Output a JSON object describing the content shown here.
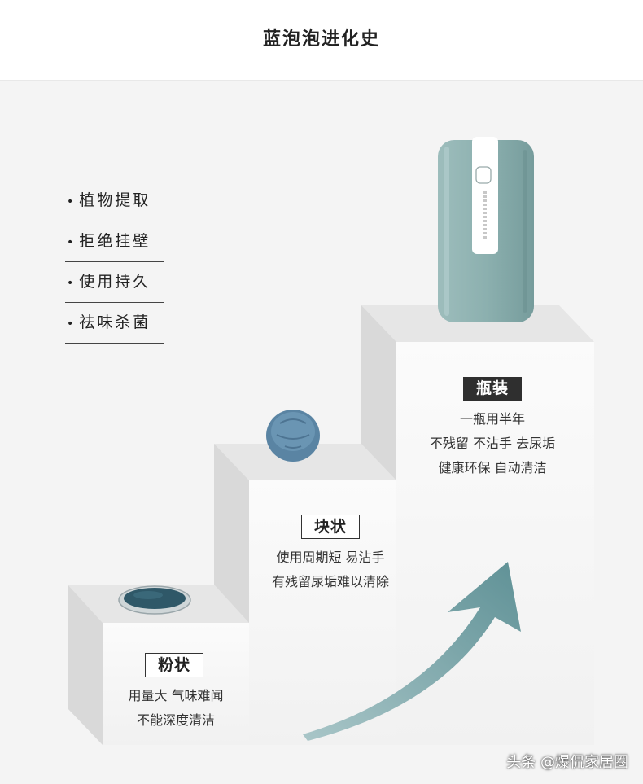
{
  "header": {
    "title": "蓝泡泡进化史"
  },
  "features": [
    {
      "bullet": "•",
      "label": "植物提取"
    },
    {
      "bullet": "•",
      "label": "拒绝挂壁"
    },
    {
      "bullet": "•",
      "label": "使用持久"
    },
    {
      "bullet": "•",
      "label": "祛味杀菌"
    }
  ],
  "stages": [
    {
      "label": "粉状",
      "lines": [
        "用量大 气味难闻",
        "不能深度清洁"
      ]
    },
    {
      "label": "块状",
      "lines": [
        "使用周期短 易沾手",
        "有残留尿垢难以清除"
      ]
    },
    {
      "label": "瓶装",
      "lines": [
        "一瓶用半年",
        "不残留 不沾手 去尿垢",
        "健康环保 自动清洁"
      ]
    }
  ],
  "watermark": "头条 @爆侃家居圈",
  "colors": {
    "accent_teal": "#6e9fa3",
    "bottle": "#8fb3b2",
    "tablet": "#5a84a3",
    "powder": "#2f5868",
    "dark_label": "#2f2f2f"
  }
}
